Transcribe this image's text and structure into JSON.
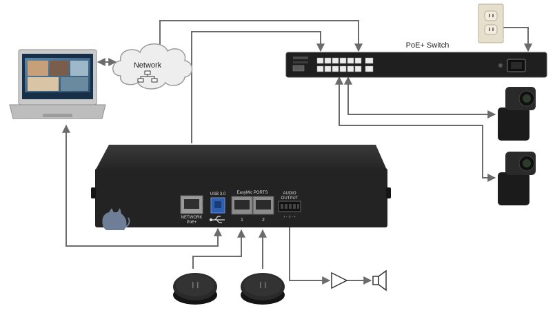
{
  "labels": {
    "network": "Network",
    "switch": "PoE+ Switch",
    "usb": "USB 3.0",
    "easymic": "EasyMic PORTS",
    "audio_line1": "AUDIO",
    "audio_line2": "OUTPUT",
    "network_port_line1": "NETWORK",
    "network_port_line2": "PoE+",
    "port1": "1",
    "port2": "2",
    "audio_pins": "+  -  ⏚  -  +"
  },
  "icons": {
    "laptop": "laptop-icon",
    "cloud": "network-cloud-icon",
    "switch": "poe-switch-icon",
    "outlet": "wall-outlet-icon",
    "camera": "ptz-camera-icon",
    "hub": "av-bridge-device",
    "usb": "usb-symbol-icon",
    "mic": "easymic-puck-icon",
    "amp": "amplifier-icon",
    "speaker": "speaker-icon"
  },
  "colors": {
    "cable": "#6b6b6b",
    "device": "#2b2b2b",
    "device_face": "#1f1f1f",
    "cloud_fill": "#eeeeee",
    "outlet": "#e6dfcc"
  }
}
